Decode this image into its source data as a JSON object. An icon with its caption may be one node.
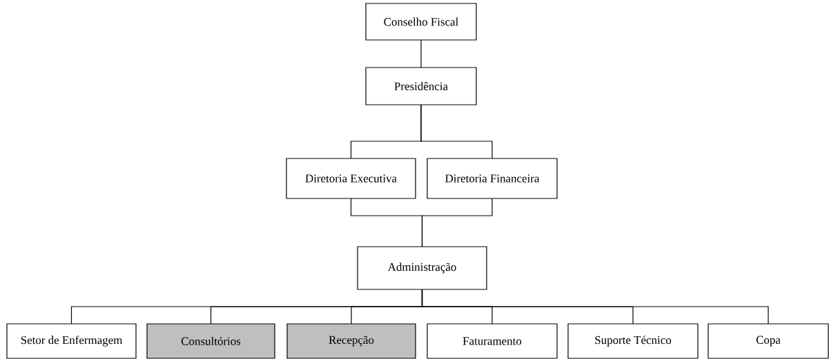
{
  "diagram": {
    "nodes": [
      {
        "text": [
          "Conselho Fiscal"
        ]
      },
      {
        "text": [
          "Presidência"
        ]
      },
      {
        "text": [
          "Diretoria Executiva"
        ]
      },
      {
        "text": [
          "Diretoria Financeira"
        ]
      },
      {
        "text": [
          "Administração"
        ]
      },
      {
        "text": [
          "Setor de Enfermagem"
        ]
      },
      {
        "text": [
          "Consultórios"
        ]
      },
      {
        "text": [
          "Recepção"
        ]
      },
      {
        "text": [
          "Faturamento"
        ]
      },
      {
        "text": [
          "Suporte Técnico"
        ]
      },
      {
        "text": [
          "Copa"
        ]
      }
    ],
    "edges": [
      {
        "from": 0,
        "to": 1,
        "arrow": "none"
      },
      {
        "from": 1,
        "to": 2,
        "arrow": "none"
      },
      {
        "from": 1,
        "to": 3,
        "arrow": "none"
      },
      {
        "from": 2,
        "to": 4,
        "arrow": "none"
      },
      {
        "from": 3,
        "to": 4,
        "arrow": "none"
      },
      {
        "from": 4,
        "to": 5,
        "arrow": "none"
      },
      {
        "from": 4,
        "to": 6,
        "arrow": "none"
      },
      {
        "from": 4,
        "to": 7,
        "arrow": "none"
      },
      {
        "from": 4,
        "to": 8,
        "arrow": "none"
      },
      {
        "from": 4,
        "to": 9,
        "arrow": "none"
      },
      {
        "from": 4,
        "to": 10,
        "arrow": "none"
      }
    ]
  }
}
